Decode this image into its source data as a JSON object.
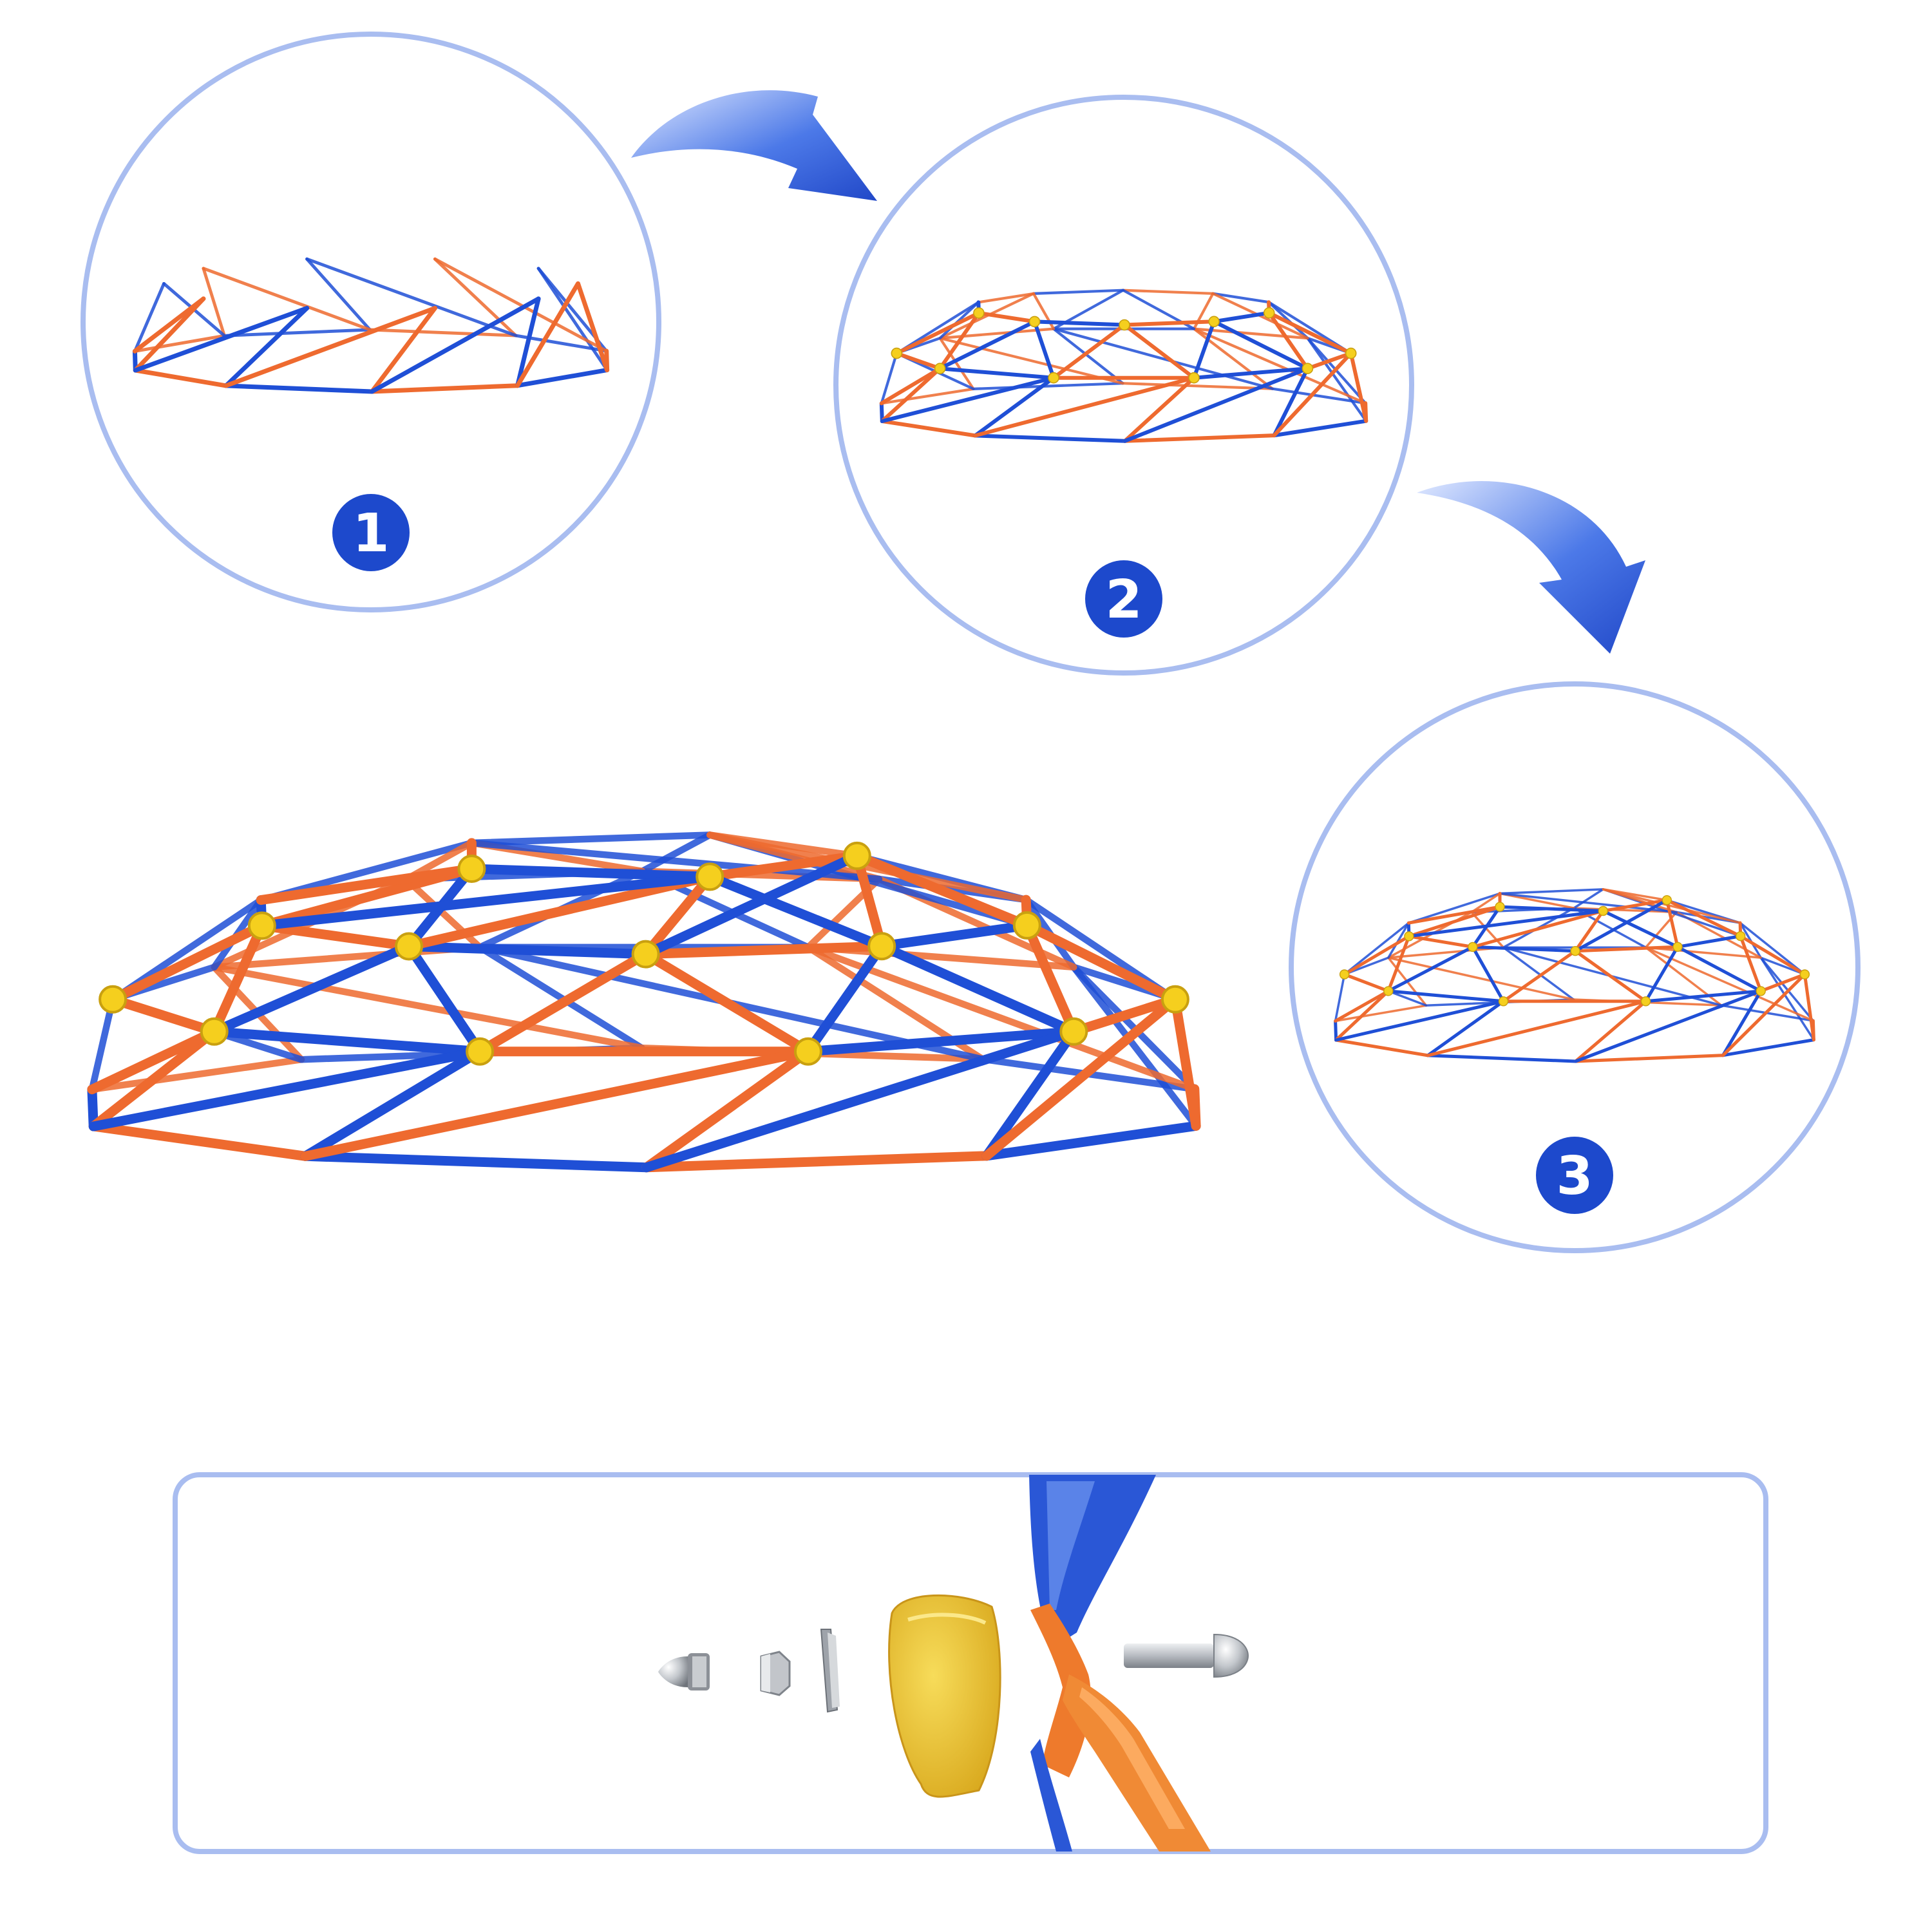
{
  "steps": [
    {
      "number": "1",
      "stage": "base-ring"
    },
    {
      "number": "2",
      "stage": "middle-ring"
    },
    {
      "number": "3",
      "stage": "complete-small-dome"
    }
  ],
  "final_structure": "complete-climbing-dome",
  "hardware_parts": [
    "cap-nut",
    "hex-nut",
    "washer",
    "rubber-cushion",
    "pipe-joint",
    "round-head-bolt"
  ],
  "colors": {
    "outline": "#a9bdf0",
    "badge": "#1d49cc",
    "arrow": "#2f5fdc",
    "blue_pipe": "#1f4fd6",
    "orange_pipe": "#ee6a2f",
    "yellow_joint": "#f5cf1e",
    "steel": "#b5b9bf",
    "cushion": "#efcb36"
  }
}
